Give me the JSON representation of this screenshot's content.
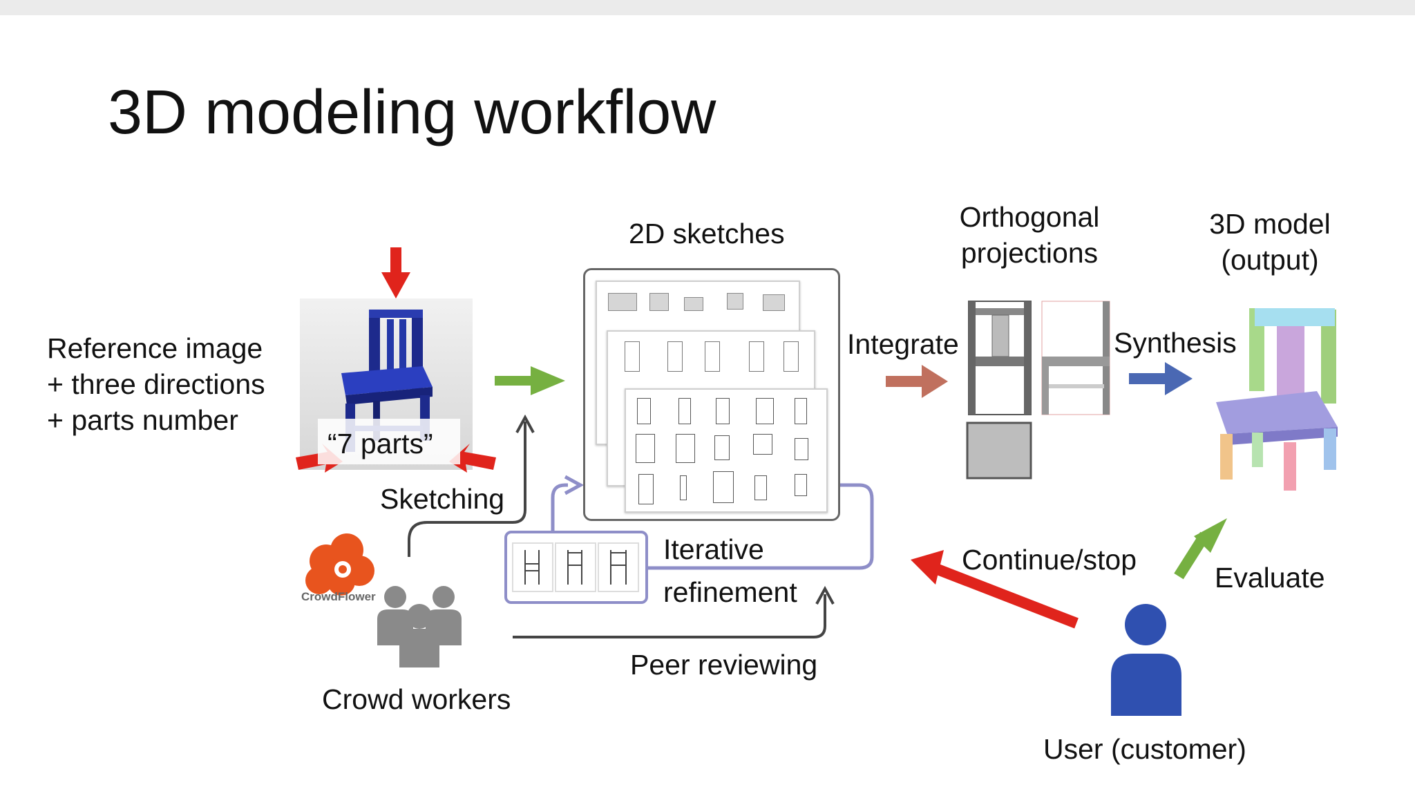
{
  "title": "3D modeling workflow",
  "labels": {
    "reference": [
      "Reference image",
      "+ three directions",
      "+ parts number"
    ],
    "parts_tag": "“7 parts”",
    "sketches": "2D sketches",
    "orthogonal": [
      "Orthogonal",
      "projections"
    ],
    "model": [
      "3D model",
      "(output)"
    ],
    "integrate": "Integrate",
    "synthesis": "Synthesis",
    "sketching": "Sketching",
    "iterative": [
      "Iterative",
      "refinement"
    ],
    "peer": "Peer reviewing",
    "crowd": "Crowd workers",
    "crowdflower": "CrowdFlower",
    "continue": "Continue/stop",
    "evaluate": "Evaluate",
    "user": "User (customer)"
  },
  "colors": {
    "red_arrow": "#e0241c",
    "green_arrow": "#76b041",
    "brown_arrow": "#c0705e",
    "blue_arrow": "#4a68b3",
    "loop_purple": "#8e8ec8",
    "user_blue": "#2f50b0",
    "crowd_gray": "#8a8a8a",
    "chair_navy": "#1d2a8c",
    "crowdflower_orange": "#e8541e"
  },
  "icons": {
    "crowdflower": "crowdflower-logo",
    "crowd": "group-people-icon",
    "user": "person-icon"
  }
}
